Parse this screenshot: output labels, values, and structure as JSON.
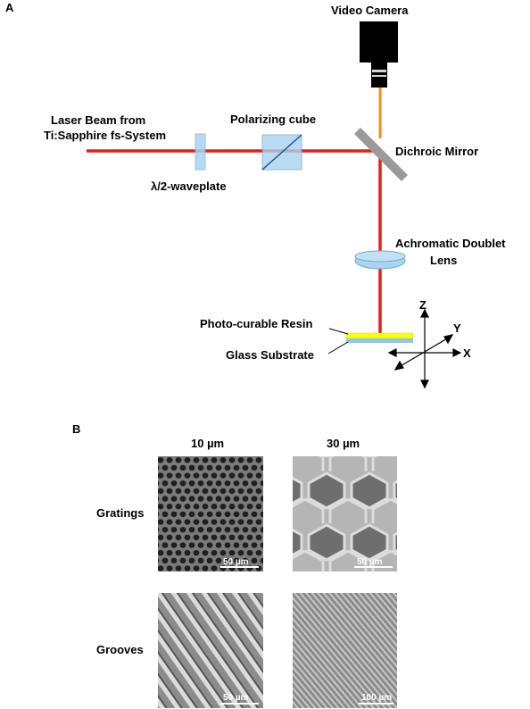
{
  "panel_a": {
    "letter": "A",
    "labels": {
      "video_camera": "Video Camera",
      "laser_source_line1": "Laser Beam from",
      "laser_source_line2": "Ti:Sapphire fs-System",
      "polarizing_cube": "Polarizing cube",
      "dichroic_mirror": "Dichroic Mirror",
      "waveplate": "λ/2-waveplate",
      "lens_line1": "Achromatic Doublet",
      "lens_line2": "Lens",
      "resin": "Photo-curable Resin",
      "substrate": "Glass Substrate",
      "axis_z": "Z",
      "axis_y": "Y",
      "axis_x": "X"
    },
    "colors": {
      "laser": "#e01f1f",
      "camera_beam": "#f28c1e",
      "optics": "#a9d3ef",
      "mirror": "#9a9a9a",
      "resin": "#ffff00",
      "substrate": "#8fc6ea"
    }
  },
  "panel_b": {
    "letter": "B",
    "columns": [
      "10 µm",
      "30 µm"
    ],
    "rows": [
      "Gratings",
      "Grooves"
    ],
    "scale_bars": {
      "gratings_10": "50 µm",
      "gratings_30": "50 µm",
      "grooves_10": "50 µm",
      "grooves_30": "100 µm"
    }
  }
}
